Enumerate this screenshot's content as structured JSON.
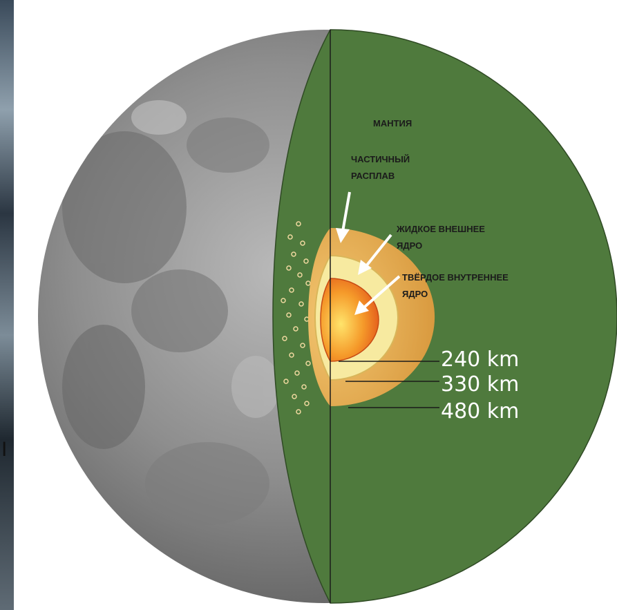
{
  "diagram": {
    "labels": {
      "mantle": "МАНТИЯ",
      "partial_melt": [
        "ЧАСТИЧНЫЙ",
        "РАСПЛАВ"
      ],
      "outer_core": [
        "ЖИДКОЕ ВНЕШНЕЕ",
        "ЯДРО"
      ],
      "inner_core": [
        "ТВЁРДОЕ ВНУТРЕННЕЕ",
        "ЯДРО"
      ]
    },
    "radii": [
      "240 km",
      "330 km",
      "480 km"
    ],
    "left_edge_text": "I"
  },
  "colors": {
    "mantle": "#4f7a3d",
    "moon_surface": "#9a9a9a",
    "partial_melt": "#e8b35a",
    "outer_core": "#f7eaa0",
    "inner_core": "#f07b1d",
    "arrow": "#ffffff"
  }
}
